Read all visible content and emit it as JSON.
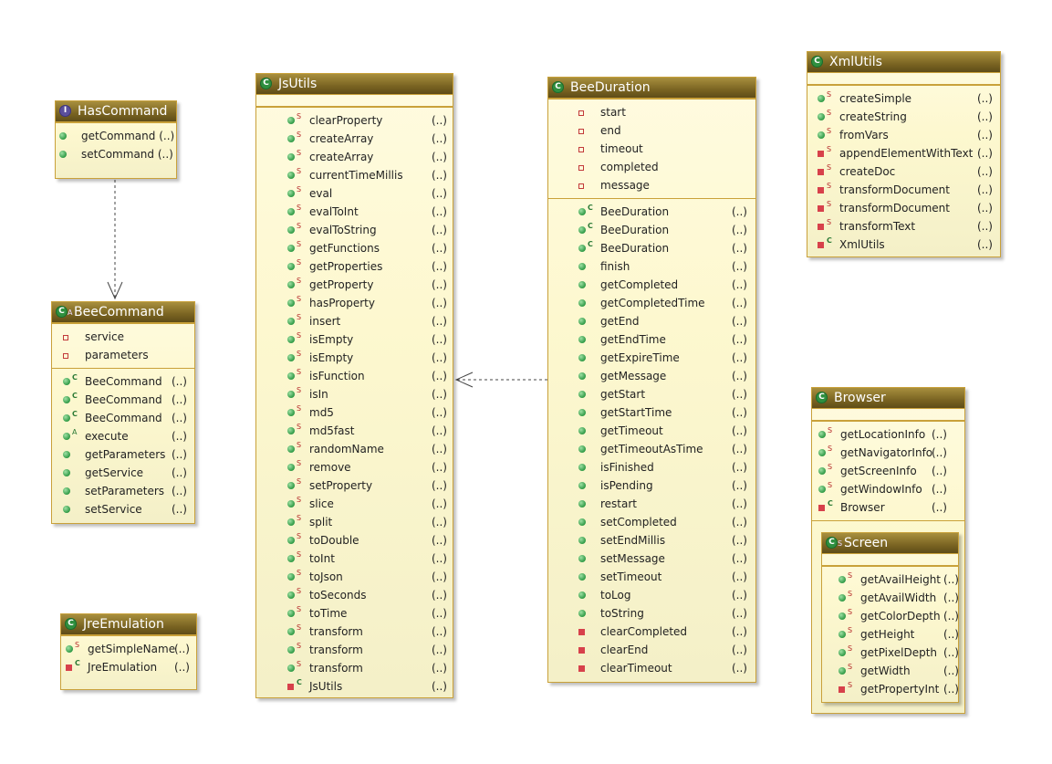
{
  "classes": {
    "hascommand": {
      "title": "HasCommand",
      "type_letter": "I",
      "methods": [
        {
          "vis": "public",
          "mod": "",
          "name": "getCommand (..)",
          "args": ""
        },
        {
          "vis": "public",
          "mod": "",
          "name": "setCommand (..)",
          "args": ""
        }
      ]
    },
    "beecommand": {
      "title": "BeeCommand",
      "type_letter": "C",
      "type_sup": "A",
      "fields": [
        "service",
        "parameters"
      ],
      "methods": [
        {
          "vis": "public",
          "mod": "c",
          "name": "BeeCommand",
          "args": "(..)"
        },
        {
          "vis": "public",
          "mod": "c",
          "name": "BeeCommand",
          "args": "(..)"
        },
        {
          "vis": "public",
          "mod": "c",
          "name": "BeeCommand",
          "args": "(..)"
        },
        {
          "vis": "public",
          "mod": "a",
          "name": "execute",
          "args": "(..)"
        },
        {
          "vis": "public",
          "mod": "",
          "name": "getParameters",
          "args": "(..)"
        },
        {
          "vis": "public",
          "mod": "",
          "name": "getService",
          "args": "(..)"
        },
        {
          "vis": "public",
          "mod": "",
          "name": "setParameters",
          "args": "(..)"
        },
        {
          "vis": "public",
          "mod": "",
          "name": "setService",
          "args": "(..)"
        }
      ]
    },
    "jreemulation": {
      "title": "JreEmulation",
      "type_letter": "C",
      "methods": [
        {
          "vis": "public",
          "mod": "s",
          "name": "getSimpleName",
          "args": "(..)"
        },
        {
          "vis": "private",
          "mod": "c",
          "name": "JreEmulation",
          "args": "(..)"
        }
      ]
    },
    "jsutils": {
      "title": "JsUtils",
      "type_letter": "C",
      "methods": [
        {
          "vis": "public",
          "mod": "s",
          "name": "clearProperty",
          "args": "(..)"
        },
        {
          "vis": "public",
          "mod": "s",
          "name": "createArray",
          "args": "(..)"
        },
        {
          "vis": "public",
          "mod": "s",
          "name": "createArray",
          "args": "(..)"
        },
        {
          "vis": "public",
          "mod": "s",
          "name": "currentTimeMillis",
          "args": "(..)"
        },
        {
          "vis": "public",
          "mod": "s",
          "name": "eval",
          "args": "(..)"
        },
        {
          "vis": "public",
          "mod": "s",
          "name": "evalToInt",
          "args": "(..)"
        },
        {
          "vis": "public",
          "mod": "s",
          "name": "evalToString",
          "args": "(..)"
        },
        {
          "vis": "public",
          "mod": "s",
          "name": "getFunctions",
          "args": "(..)"
        },
        {
          "vis": "public",
          "mod": "s",
          "name": "getProperties",
          "args": "(..)"
        },
        {
          "vis": "public",
          "mod": "s",
          "name": "getProperty",
          "args": "(..)"
        },
        {
          "vis": "public",
          "mod": "s",
          "name": "hasProperty",
          "args": "(..)"
        },
        {
          "vis": "public",
          "mod": "s",
          "name": "insert",
          "args": "(..)"
        },
        {
          "vis": "public",
          "mod": "s",
          "name": "isEmpty",
          "args": "(..)"
        },
        {
          "vis": "public",
          "mod": "s",
          "name": "isEmpty",
          "args": "(..)"
        },
        {
          "vis": "public",
          "mod": "s",
          "name": "isFunction",
          "args": "(..)"
        },
        {
          "vis": "public",
          "mod": "s",
          "name": "isIn",
          "args": "(..)"
        },
        {
          "vis": "public",
          "mod": "s",
          "name": "md5",
          "args": "(..)"
        },
        {
          "vis": "public",
          "mod": "s",
          "name": "md5fast",
          "args": "(..)"
        },
        {
          "vis": "public",
          "mod": "s",
          "name": "randomName",
          "args": "(..)"
        },
        {
          "vis": "public",
          "mod": "s",
          "name": "remove",
          "args": "(..)"
        },
        {
          "vis": "public",
          "mod": "s",
          "name": "setProperty",
          "args": "(..)"
        },
        {
          "vis": "public",
          "mod": "s",
          "name": "slice",
          "args": "(..)"
        },
        {
          "vis": "public",
          "mod": "s",
          "name": "split",
          "args": "(..)"
        },
        {
          "vis": "public",
          "mod": "s",
          "name": "toDouble",
          "args": "(..)"
        },
        {
          "vis": "public",
          "mod": "s",
          "name": "toInt",
          "args": "(..)"
        },
        {
          "vis": "public",
          "mod": "s",
          "name": "toJson",
          "args": "(..)"
        },
        {
          "vis": "public",
          "mod": "s",
          "name": "toSeconds",
          "args": "(..)"
        },
        {
          "vis": "public",
          "mod": "s",
          "name": "toTime",
          "args": "(..)"
        },
        {
          "vis": "public",
          "mod": "s",
          "name": "transform",
          "args": "(..)"
        },
        {
          "vis": "public",
          "mod": "s",
          "name": "transform",
          "args": "(..)"
        },
        {
          "vis": "public",
          "mod": "s",
          "name": "transform",
          "args": "(..)"
        },
        {
          "vis": "private",
          "mod": "c",
          "name": "JsUtils",
          "args": "(..)"
        }
      ]
    },
    "beeduration": {
      "title": "BeeDuration",
      "type_letter": "C",
      "fields": [
        "start",
        "end",
        "timeout",
        "completed",
        "message"
      ],
      "methods": [
        {
          "vis": "public",
          "mod": "c",
          "name": "BeeDuration",
          "args": "(..)"
        },
        {
          "vis": "public",
          "mod": "c",
          "name": "BeeDuration",
          "args": "(..)"
        },
        {
          "vis": "public",
          "mod": "c",
          "name": "BeeDuration",
          "args": "(..)"
        },
        {
          "vis": "public",
          "mod": "",
          "name": "finish",
          "args": "(..)"
        },
        {
          "vis": "public",
          "mod": "",
          "name": "getCompleted",
          "args": "(..)"
        },
        {
          "vis": "public",
          "mod": "",
          "name": "getCompletedTime",
          "args": "(..)"
        },
        {
          "vis": "public",
          "mod": "",
          "name": "getEnd",
          "args": "(..)"
        },
        {
          "vis": "public",
          "mod": "",
          "name": "getEndTime",
          "args": "(..)"
        },
        {
          "vis": "public",
          "mod": "",
          "name": "getExpireTime",
          "args": "(..)"
        },
        {
          "vis": "public",
          "mod": "",
          "name": "getMessage",
          "args": "(..)"
        },
        {
          "vis": "public",
          "mod": "",
          "name": "getStart",
          "args": "(..)"
        },
        {
          "vis": "public",
          "mod": "",
          "name": "getStartTime",
          "args": "(..)"
        },
        {
          "vis": "public",
          "mod": "",
          "name": "getTimeout",
          "args": "(..)"
        },
        {
          "vis": "public",
          "mod": "",
          "name": "getTimeoutAsTime",
          "args": "(..)"
        },
        {
          "vis": "public",
          "mod": "",
          "name": "isFinished",
          "args": "(..)"
        },
        {
          "vis": "public",
          "mod": "",
          "name": "isPending",
          "args": "(..)"
        },
        {
          "vis": "public",
          "mod": "",
          "name": "restart",
          "args": "(..)"
        },
        {
          "vis": "public",
          "mod": "",
          "name": "setCompleted",
          "args": "(..)"
        },
        {
          "vis": "public",
          "mod": "",
          "name": "setEndMillis",
          "args": "(..)"
        },
        {
          "vis": "public",
          "mod": "",
          "name": "setMessage",
          "args": "(..)"
        },
        {
          "vis": "public",
          "mod": "",
          "name": "setTimeout",
          "args": "(..)"
        },
        {
          "vis": "public",
          "mod": "",
          "name": "toLog",
          "args": "(..)"
        },
        {
          "vis": "public",
          "mod": "",
          "name": "toString",
          "args": "(..)"
        },
        {
          "vis": "private",
          "mod": "",
          "name": "clearCompleted",
          "args": "(..)"
        },
        {
          "vis": "private",
          "mod": "",
          "name": "clearEnd",
          "args": "(..)"
        },
        {
          "vis": "private",
          "mod": "",
          "name": "clearTimeout",
          "args": "(..)"
        }
      ]
    },
    "xmlutils": {
      "title": "XmlUtils",
      "type_letter": "C",
      "methods": [
        {
          "vis": "public",
          "mod": "s",
          "name": "createSimple",
          "args": "(..)"
        },
        {
          "vis": "public",
          "mod": "s",
          "name": "createString",
          "args": "(..)"
        },
        {
          "vis": "public",
          "mod": "s",
          "name": "fromVars",
          "args": "(..)"
        },
        {
          "vis": "private",
          "mod": "s",
          "name": "appendElementWithText",
          "args": "(..)"
        },
        {
          "vis": "private",
          "mod": "s",
          "name": "createDoc",
          "args": "(..)"
        },
        {
          "vis": "private",
          "mod": "s",
          "name": "transformDocument",
          "args": "(..)"
        },
        {
          "vis": "private",
          "mod": "s",
          "name": "transformDocument",
          "args": "(..)"
        },
        {
          "vis": "private",
          "mod": "s",
          "name": "transformText",
          "args": "(..)"
        },
        {
          "vis": "private",
          "mod": "c",
          "name": "XmlUtils",
          "args": "(..)"
        }
      ]
    },
    "browser": {
      "title": "Browser",
      "type_letter": "C",
      "methods": [
        {
          "vis": "public",
          "mod": "s",
          "name": "getLocationInfo",
          "args": "(..)"
        },
        {
          "vis": "public",
          "mod": "s",
          "name": "getNavigatorInfo",
          "args": "(..)"
        },
        {
          "vis": "public",
          "mod": "s",
          "name": "getScreenInfo",
          "args": "(..)"
        },
        {
          "vis": "public",
          "mod": "s",
          "name": "getWindowInfo",
          "args": "(..)"
        },
        {
          "vis": "private",
          "mod": "c",
          "name": "Browser",
          "args": "(..)"
        }
      ]
    },
    "screen": {
      "title": "Screen",
      "type_letter": "C",
      "type_sup": "S",
      "methods": [
        {
          "vis": "public",
          "mod": "s",
          "name": "getAvailHeight",
          "args": "(..)"
        },
        {
          "vis": "public",
          "mod": "s",
          "name": "getAvailWidth",
          "args": "(..)"
        },
        {
          "vis": "public",
          "mod": "s",
          "name": "getColorDepth",
          "args": "(..)"
        },
        {
          "vis": "public",
          "mod": "s",
          "name": "getHeight",
          "args": "(..)"
        },
        {
          "vis": "public",
          "mod": "s",
          "name": "getPixelDepth",
          "args": "(..)"
        },
        {
          "vis": "public",
          "mod": "s",
          "name": "getWidth",
          "args": "(..)"
        },
        {
          "vis": "private",
          "mod": "s",
          "name": "getPropertyInt",
          "args": "(..)"
        }
      ]
    }
  },
  "colors": {
    "header_dark": "#6b5620",
    "border": "#c9a13a",
    "body": "#fdf8cf",
    "public": "#2f9a45",
    "private": "#d7414b"
  }
}
